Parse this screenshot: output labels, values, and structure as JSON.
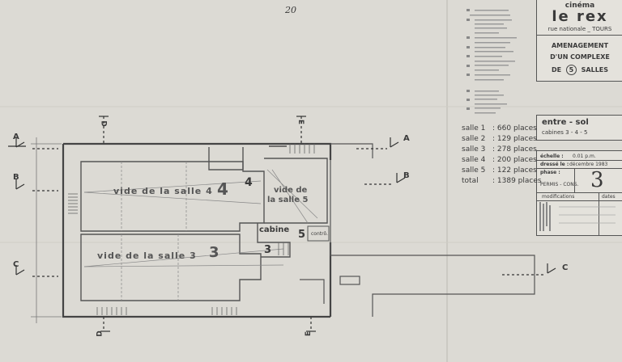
{
  "page_number": "20",
  "title_block": {
    "cinema_label": "cinéma",
    "name": "le rex",
    "address": "rue nationale _ TOURS",
    "project_line1": "AMENAGEMENT",
    "project_line2": "D'UN COMPLEXE",
    "project_line3_prefix": "DE",
    "project_line3_number": "5",
    "project_line3_suffix": "SALLES"
  },
  "level_block": {
    "level": "entre - sol",
    "cabins": "cabines 3 - 4 - 5"
  },
  "seating": [
    {
      "label": "salle 1",
      "value": "660 places"
    },
    {
      "label": "salle 2",
      "value": "129 places"
    },
    {
      "label": "salle 3",
      "value": "278 places"
    },
    {
      "label": "salle 4",
      "value": "200 places"
    },
    {
      "label": "salle 5",
      "value": "122 places"
    },
    {
      "label": "total",
      "value": "1389 places"
    }
  ],
  "drawing_info": {
    "scale_label": "échelle :",
    "scale_value": "0.01 p.m.",
    "drawn_label": "dressé le :",
    "drawn_value": "décembre 1983",
    "phase_label": "phase :",
    "phase_value": "PERMIS - CONS.",
    "sheet_number": "3",
    "modifications_label": "modifications",
    "dates_label": "dates"
  },
  "plan": {
    "hall4_label": "vide de la salle 4",
    "hall4_number": "4",
    "hall5_label_a": "vide de",
    "hall5_label_b": "la salle 5",
    "hall3_label": "vide de la salle 3",
    "hall3_number": "3",
    "cabine_label": "cabine",
    "cabine_number": "5",
    "contro_label": "contrô.",
    "section_a": "A",
    "section_b": "B",
    "section_c": "C",
    "section_d": "D",
    "section_e": "E"
  }
}
